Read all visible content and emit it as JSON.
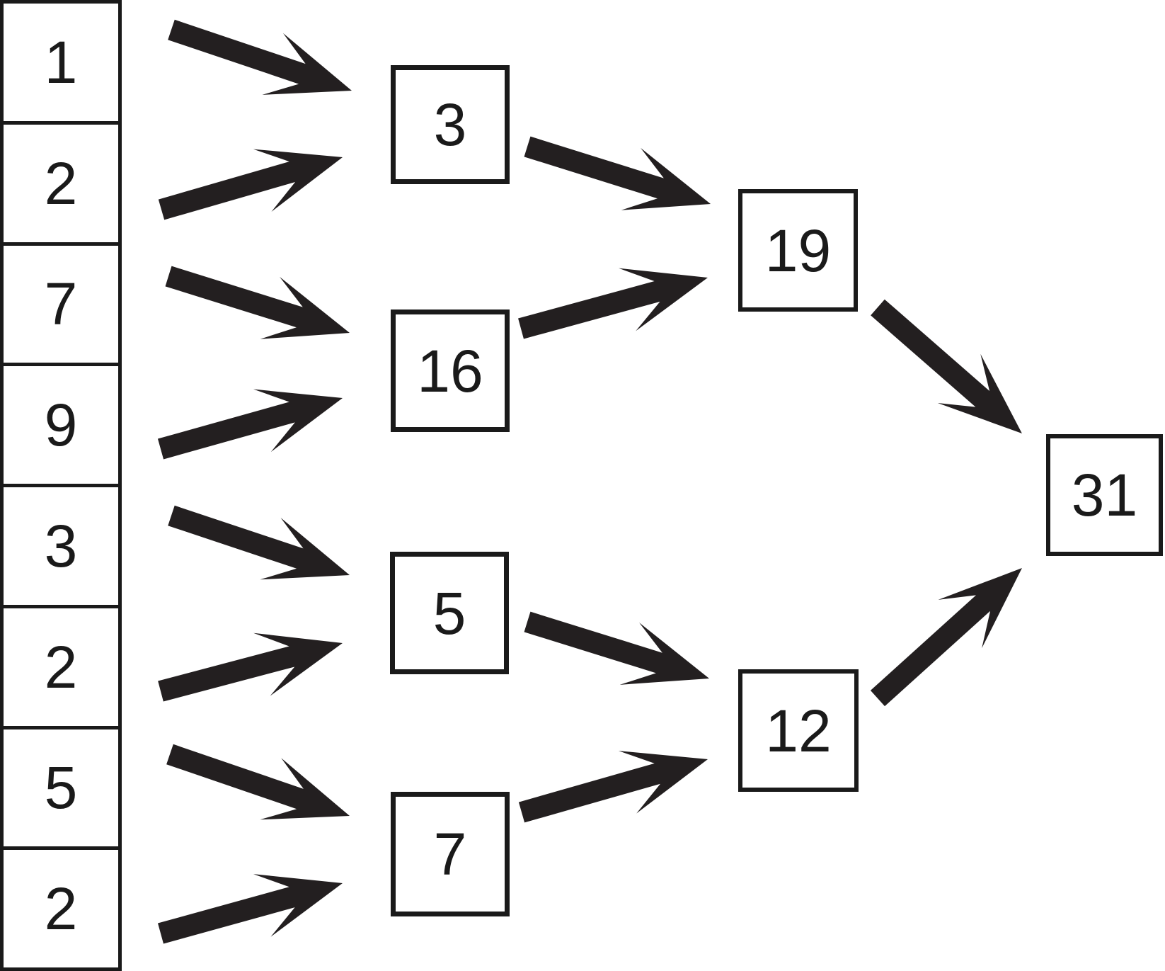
{
  "diagram": {
    "kind": "pairwise-sum-tree",
    "input_cells": [
      "1",
      "2",
      "7",
      "9",
      "3",
      "2",
      "5",
      "2"
    ],
    "pair_sums": [
      "3",
      "16",
      "5",
      "7"
    ],
    "quad_sums": [
      "19",
      "12"
    ],
    "total": "31",
    "edges": [
      {
        "from": "input-0",
        "to": "pair-0"
      },
      {
        "from": "input-1",
        "to": "pair-0"
      },
      {
        "from": "input-2",
        "to": "pair-1"
      },
      {
        "from": "input-3",
        "to": "pair-1"
      },
      {
        "from": "input-4",
        "to": "pair-2"
      },
      {
        "from": "input-5",
        "to": "pair-2"
      },
      {
        "from": "input-6",
        "to": "pair-3"
      },
      {
        "from": "input-7",
        "to": "pair-3"
      },
      {
        "from": "pair-0",
        "to": "quad-0"
      },
      {
        "from": "pair-1",
        "to": "quad-0"
      },
      {
        "from": "pair-2",
        "to": "quad-1"
      },
      {
        "from": "pair-3",
        "to": "quad-1"
      },
      {
        "from": "quad-0",
        "to": "total"
      },
      {
        "from": "quad-1",
        "to": "total"
      }
    ]
  },
  "colors": {
    "ink": "#1a1a1a",
    "arrow": "#231f20",
    "background": "#ffffff"
  }
}
